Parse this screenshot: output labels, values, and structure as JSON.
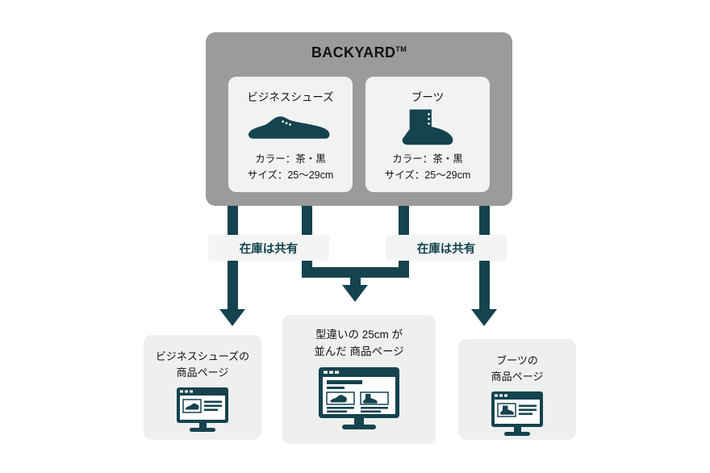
{
  "colors": {
    "teal": "#15434e",
    "backyard_bg": "#9b9b9b",
    "product_card_bg": "#f1f3f3",
    "page_card_bg": "#eef0f0",
    "label_bg": "#f3f5f5"
  },
  "backyard": {
    "title": "BACKYARD",
    "trademark": "TM",
    "products": [
      {
        "name": "ビジネスシューズ",
        "icon": "business-shoe-icon",
        "color": "カラー：茶・黒",
        "size": "サイズ：25〜29cm"
      },
      {
        "name": "ブーツ",
        "icon": "boot-icon",
        "color": "カラー：茶・黒",
        "size": "サイズ：25〜29cm"
      }
    ]
  },
  "arrows": {
    "left_label": "在庫は共有",
    "right_label": "在庫は共有"
  },
  "pages": [
    {
      "title_line1": "ビジネスシューズの",
      "title_line2": "商品ページ",
      "icon": "monitor-business-shoe-icon"
    },
    {
      "title_line1": "型違いの 25cm が",
      "title_line2": "並んだ 商品ページ",
      "icon": "monitor-two-products-icon"
    },
    {
      "title_line1": "ブーツの",
      "title_line2": "商品ページ",
      "icon": "monitor-boot-icon"
    }
  ]
}
